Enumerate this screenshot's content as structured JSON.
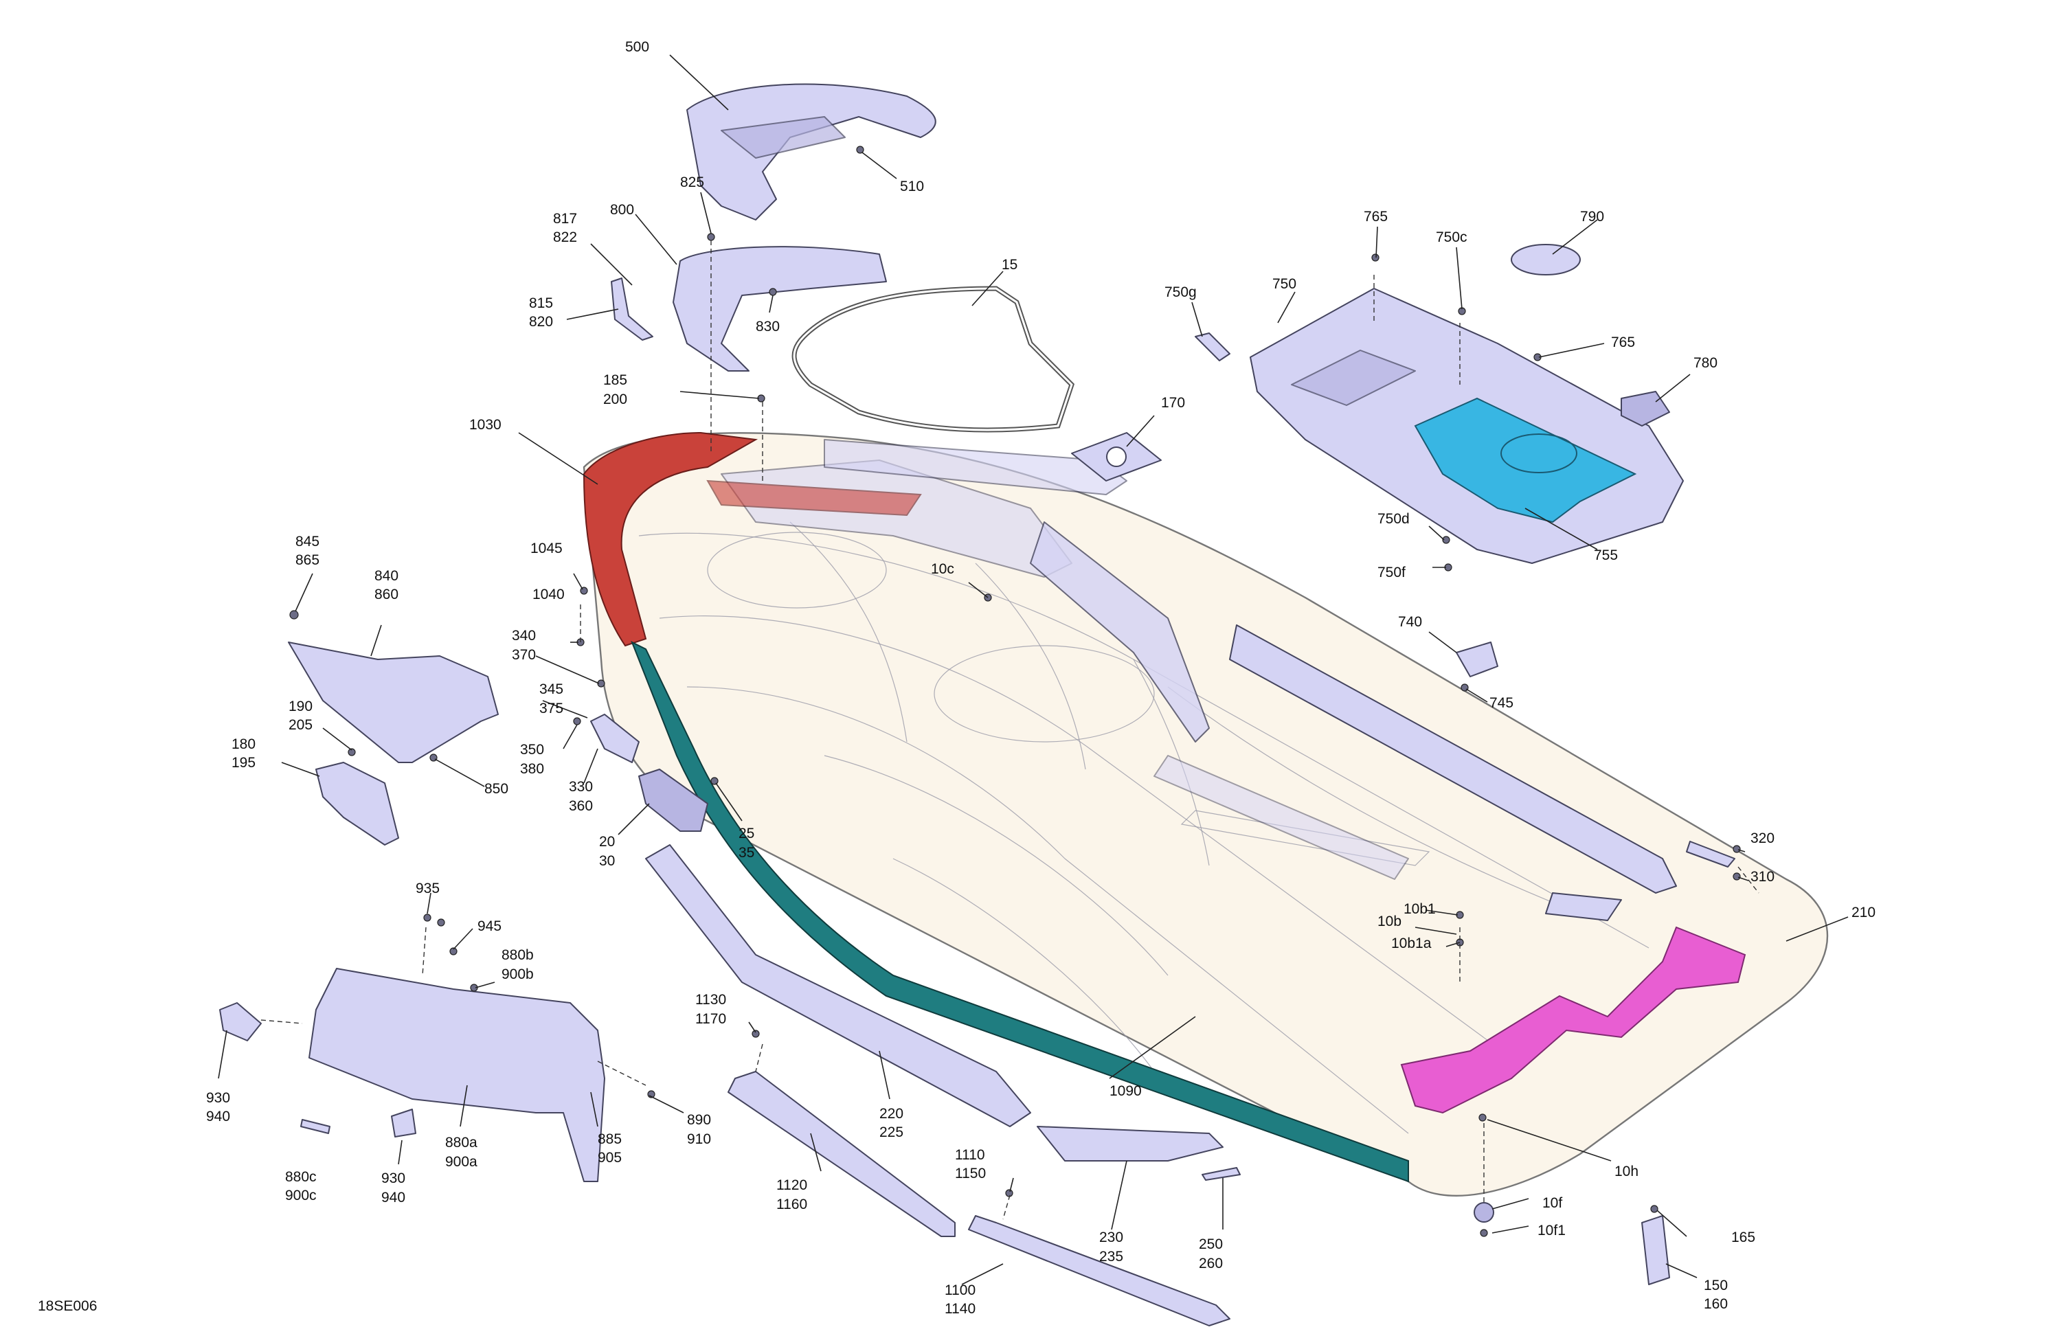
{
  "drawing_code": "18SE006",
  "callouts": [
    {
      "id": "c500",
      "text": "500"
    },
    {
      "id": "c510",
      "text": "510"
    },
    {
      "id": "c825",
      "text": "825"
    },
    {
      "id": "c817",
      "text": "817"
    },
    {
      "id": "c822",
      "text": "822"
    },
    {
      "id": "c800",
      "text": "800"
    },
    {
      "id": "c815",
      "text": "815"
    },
    {
      "id": "c820",
      "text": "820"
    },
    {
      "id": "c830",
      "text": "830"
    },
    {
      "id": "c15",
      "text": "15"
    },
    {
      "id": "c185",
      "text": "185"
    },
    {
      "id": "c200",
      "text": "200"
    },
    {
      "id": "c170",
      "text": "170"
    },
    {
      "id": "c1030",
      "text": "1030"
    },
    {
      "id": "c765a",
      "text": "765"
    },
    {
      "id": "c750c",
      "text": "750c"
    },
    {
      "id": "c790",
      "text": "790"
    },
    {
      "id": "c750g",
      "text": "750g"
    },
    {
      "id": "c750",
      "text": "750"
    },
    {
      "id": "c765b",
      "text": "765"
    },
    {
      "id": "c780",
      "text": "780"
    },
    {
      "id": "c750d",
      "text": "750d"
    },
    {
      "id": "c755",
      "text": "755"
    },
    {
      "id": "c750f",
      "text": "750f"
    },
    {
      "id": "c845",
      "text": "845"
    },
    {
      "id": "c865",
      "text": "865"
    },
    {
      "id": "c1045",
      "text": "1045"
    },
    {
      "id": "c840",
      "text": "840"
    },
    {
      "id": "c860",
      "text": "860"
    },
    {
      "id": "c1040",
      "text": "1040"
    },
    {
      "id": "c10c",
      "text": "10c"
    },
    {
      "id": "c340",
      "text": "340"
    },
    {
      "id": "c370",
      "text": "370"
    },
    {
      "id": "c740",
      "text": "740"
    },
    {
      "id": "c745",
      "text": "745"
    },
    {
      "id": "c345",
      "text": "345"
    },
    {
      "id": "c375",
      "text": "375"
    },
    {
      "id": "c190",
      "text": "190"
    },
    {
      "id": "c205",
      "text": "205"
    },
    {
      "id": "c180",
      "text": "180"
    },
    {
      "id": "c195",
      "text": "195"
    },
    {
      "id": "c350",
      "text": "350"
    },
    {
      "id": "c380",
      "text": "380"
    },
    {
      "id": "c850",
      "text": "850"
    },
    {
      "id": "c330",
      "text": "330"
    },
    {
      "id": "c360",
      "text": "360"
    },
    {
      "id": "c20",
      "text": "20"
    },
    {
      "id": "c30",
      "text": "30"
    },
    {
      "id": "c25",
      "text": "25"
    },
    {
      "id": "c35",
      "text": "35"
    },
    {
      "id": "c320",
      "text": "320"
    },
    {
      "id": "c310",
      "text": "310"
    },
    {
      "id": "c935",
      "text": "935"
    },
    {
      "id": "c945",
      "text": "945"
    },
    {
      "id": "c10b1",
      "text": "10b1"
    },
    {
      "id": "c10b",
      "text": "10b"
    },
    {
      "id": "c210",
      "text": "210"
    },
    {
      "id": "c10b1a",
      "text": "10b1a"
    },
    {
      "id": "c880b",
      "text": "880b"
    },
    {
      "id": "c900b",
      "text": "900b"
    },
    {
      "id": "c1130",
      "text": "1130"
    },
    {
      "id": "c1170",
      "text": "1170"
    },
    {
      "id": "c930a",
      "text": "930"
    },
    {
      "id": "c940a",
      "text": "940"
    },
    {
      "id": "c220",
      "text": "220"
    },
    {
      "id": "c225",
      "text": "225"
    },
    {
      "id": "c1090",
      "text": "1090"
    },
    {
      "id": "c890",
      "text": "890"
    },
    {
      "id": "c910",
      "text": "910"
    },
    {
      "id": "c880a",
      "text": "880a"
    },
    {
      "id": "c900a",
      "text": "900a"
    },
    {
      "id": "c885",
      "text": "885"
    },
    {
      "id": "c905",
      "text": "905"
    },
    {
      "id": "c10h",
      "text": "10h"
    },
    {
      "id": "c1110",
      "text": "1110"
    },
    {
      "id": "c1150",
      "text": "1150"
    },
    {
      "id": "c880c",
      "text": "880c"
    },
    {
      "id": "c900c",
      "text": "900c"
    },
    {
      "id": "c930b",
      "text": "930"
    },
    {
      "id": "c940b",
      "text": "940"
    },
    {
      "id": "c1120",
      "text": "1120"
    },
    {
      "id": "c1160",
      "text": "1160"
    },
    {
      "id": "c10f",
      "text": "10f"
    },
    {
      "id": "c165",
      "text": "165"
    },
    {
      "id": "c10f1",
      "text": "10f1"
    },
    {
      "id": "c230",
      "text": "230"
    },
    {
      "id": "c235",
      "text": "235"
    },
    {
      "id": "c250",
      "text": "250"
    },
    {
      "id": "c260",
      "text": "260"
    },
    {
      "id": "c150",
      "text": "150"
    },
    {
      "id": "c160",
      "text": "160"
    },
    {
      "id": "c1100",
      "text": "1100"
    },
    {
      "id": "c1140",
      "text": "1140"
    }
  ],
  "colors": {
    "part_fill": "#d4d3f4",
    "hull_fill": "#fbf5ea",
    "bumper_red": "#c9423a",
    "rub_strip_teal": "#1f7d80",
    "mat_cyan": "#38b6e3",
    "deck_pad_magenta": "#e85ed2"
  }
}
